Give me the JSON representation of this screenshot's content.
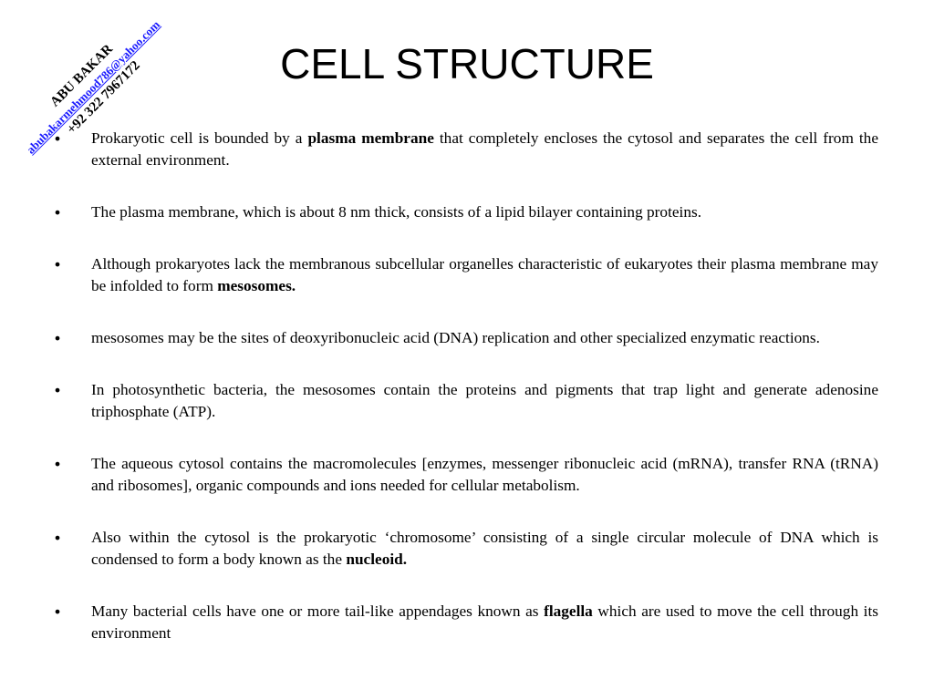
{
  "slide": {
    "title": "CELL STRUCTURE",
    "watermark": {
      "name": "ABU BAKAR",
      "email": "abubakarmehmood786@yahoo.com",
      "phone": "+92 322 7967172"
    },
    "bullet_symbol": "•",
    "bullets": [
      {
        "parts": [
          {
            "text": "Prokaryotic cell is bounded by a ",
            "bold": false
          },
          {
            "text": "plasma membrane",
            "bold": true
          },
          {
            "text": " that completely encloses the cytosol and separates the cell from the external environment.",
            "bold": false
          }
        ]
      },
      {
        "parts": [
          {
            "text": "The plasma membrane, which is about 8 nm thick, consists of a lipid bilayer containing proteins.",
            "bold": false
          }
        ]
      },
      {
        "parts": [
          {
            "text": "Although prokaryotes lack the membranous subcellular organelles characteristic of eukaryotes their plasma membrane may be infolded to form ",
            "bold": false
          },
          {
            "text": "mesosomes.",
            "bold": true
          }
        ]
      },
      {
        "parts": [
          {
            "text": "mesosomes may be the sites of deoxyribonucleic acid (DNA) replication and other specialized enzymatic reactions.",
            "bold": false
          }
        ]
      },
      {
        "parts": [
          {
            "text": "In photosynthetic bacteria, the mesosomes contain the proteins and pigments that trap light and generate adenosine triphosphate (ATP).",
            "bold": false
          }
        ]
      },
      {
        "parts": [
          {
            "text": "The aqueous cytosol contains the macromolecules [enzymes, messenger ribonucleic acid (mRNA), transfer RNA (tRNA) and ribosomes], organic compounds and ions needed for cellular metabolism.",
            "bold": false
          }
        ]
      },
      {
        "parts": [
          {
            "text": "Also within the cytosol is the prokaryotic ‘chromosome’ consisting of a single circular molecule of DNA which is condensed to form a body known as the ",
            "bold": false
          },
          {
            "text": "nucleoid.",
            "bold": true
          }
        ]
      },
      {
        "parts": [
          {
            "text": "Many bacterial cells have one or more tail-like appendages known as ",
            "bold": false
          },
          {
            "text": "flagella",
            "bold": true
          },
          {
            "text": " which are used to move the cell through its environment",
            "bold": false
          }
        ]
      }
    ]
  }
}
